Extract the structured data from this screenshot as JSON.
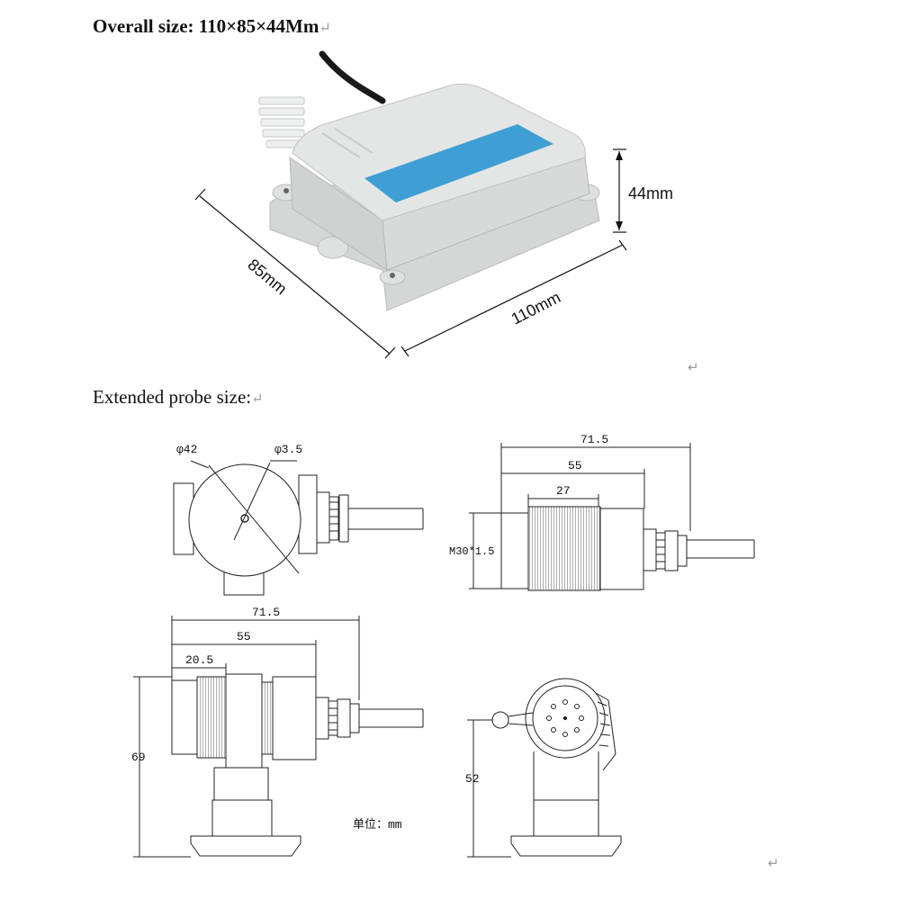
{
  "headings": {
    "overall": "Overall size: 110×85×44Mm",
    "probe": "Extended probe size:",
    "return_mark": "↵"
  },
  "photo_dimensions": {
    "height": "44mm",
    "depth": "85mm",
    "width": "110mm"
  },
  "drawing_dimensions": {
    "top_left": {
      "outer_diameter": "φ42",
      "hole_diameter": "φ3.5"
    },
    "top_right": {
      "total_length": "71.5",
      "length_55": "55",
      "thread_length": "27",
      "thread_spec": "M30*1.5"
    },
    "bottom_left": {
      "total_length": "71.5",
      "length_55": "55",
      "length_20_5": "20.5",
      "height": "69"
    },
    "bottom_right": {
      "height": "52"
    },
    "unit_note": "单位：mm"
  },
  "colors": {
    "enclosure": "#e3e5e4",
    "enclosure_shadow": "#c9cccb",
    "label_stripe": "#3f9fd4",
    "line": "#222222"
  }
}
